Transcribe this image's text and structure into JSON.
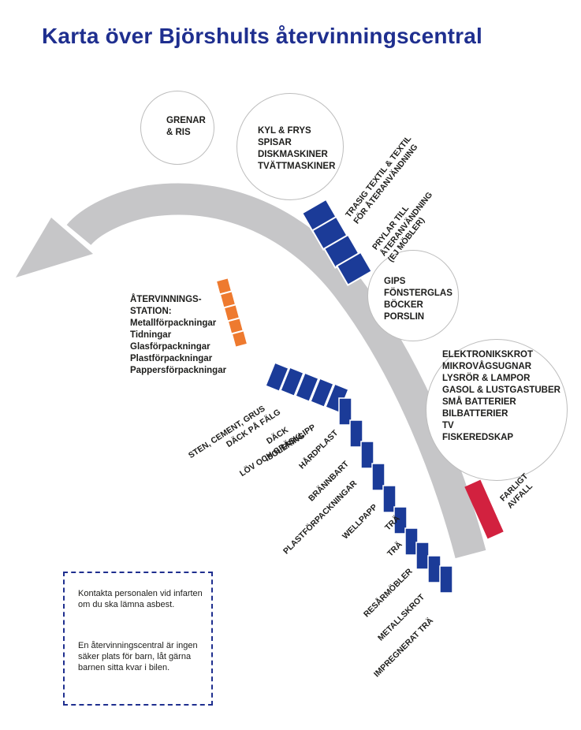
{
  "title": "Karta över Björshults återvinningscentral",
  "circles": {
    "grenar": [
      "GRENAR",
      "& RIS"
    ],
    "vitvaror": [
      "KYL & FRYS",
      "SPISAR",
      "DISKMASKINER",
      "TVÄTTMASKINER"
    ],
    "gips": [
      "GIPS",
      "FÖNSTERGLAS",
      "BÖCKER",
      "PORSLIN"
    ],
    "elektronik": [
      "ELEKTRONIKSKROT",
      "MIKROVÅGSUGNAR",
      "LYSRÖR & LAMPOR",
      "GASOL & LUSTGASTUBER",
      "SMÅ BATTERIER",
      "BILBATTERIER",
      "TV",
      "FISKEREDSKAP"
    ]
  },
  "top_labels": {
    "textil": [
      "TRASIG TEXTIL & TEXTIL",
      "FÖR ÅTERANVÄNDNING"
    ],
    "prylar": [
      "PRYLAR TILL",
      "ÅTERANVÄNDNING",
      "(EJ MÖBLER)"
    ]
  },
  "station": {
    "title": [
      "ÅTERVINNINGS-",
      "STATION:"
    ],
    "items": [
      "Metallförpackningar",
      "Tidningar",
      "Glasförpackningar",
      "Plastförpackningar",
      "Pappersförpackningar"
    ]
  },
  "mid_labels": [
    "STEN, CEMENT, GRUS",
    "DÄCK PÅ FÄLG",
    "DÄCK",
    "ISOLERING",
    "LÖV OCH GRÄSKLIPP"
  ],
  "container_labels": [
    "HÅRDPLAST",
    "BRÄNNBART",
    "PLASTFÖRPACKNINGAR",
    "WELLPAPP",
    "TRÄ",
    "TRÄ",
    "RESÅRMÖBLER",
    "METALLSKROT",
    "IMPREGNERAT TRÄ"
  ],
  "farligt": [
    "FARLIGT",
    "AVFALL"
  ],
  "notes": [
    "Kontakta personalen vid infarten om du ska lämna asbest.",
    "En återvinningscentral är ingen säker plats för barn, låt gärna barnen sitta kvar i bilen."
  ],
  "colors": {
    "title": "#1f2f8f",
    "container_blue": "#1b3b98",
    "station_orange": "#ee7a2f",
    "hazard_red": "#d2213f",
    "road_gray": "#c6c6c8",
    "circle_border": "#bdbdbd"
  }
}
